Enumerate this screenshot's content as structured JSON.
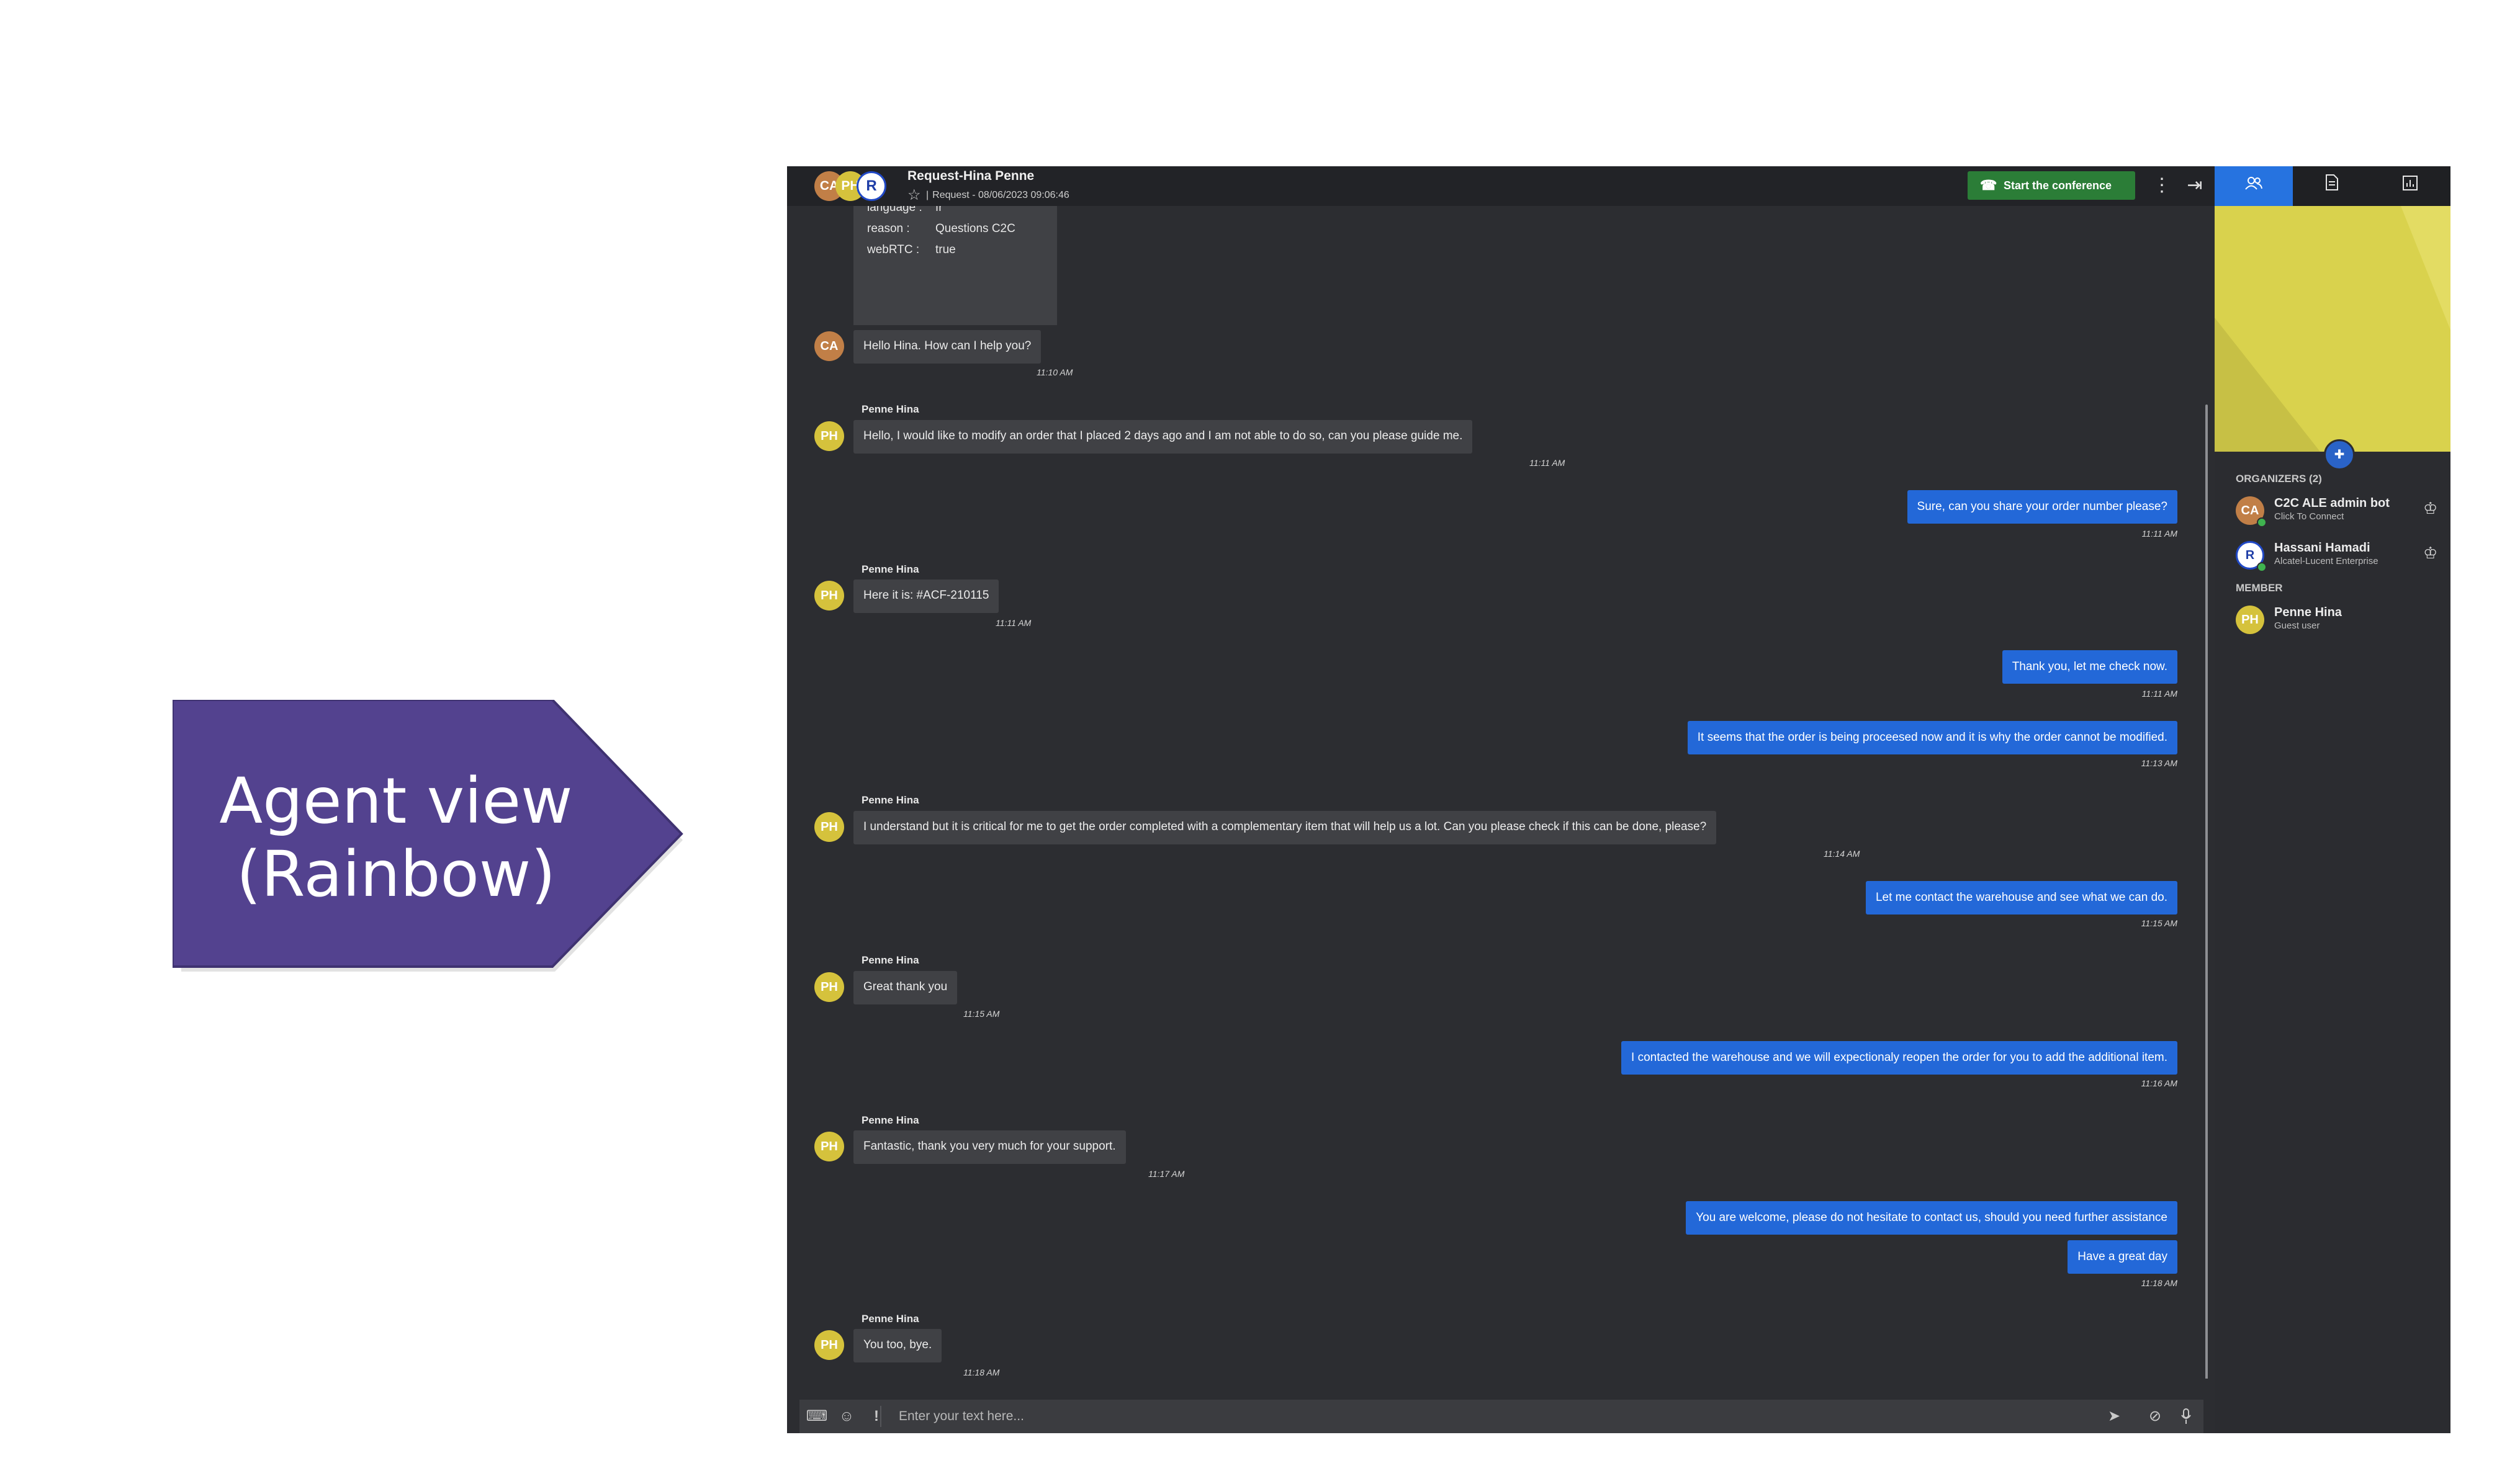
{
  "callout": {
    "line1": "Agent view",
    "line2": "(Rainbow)",
    "color": "#53428f"
  },
  "header": {
    "avatars": [
      "CA",
      "PH",
      "R"
    ],
    "title": "Request-Hina Penne",
    "subtitle_sep": "|",
    "subtitle": "Request - 08/06/2023 09:06:46",
    "conference_button": "Start the conference",
    "kebab": "⋮",
    "exit": "⇥"
  },
  "form_card": {
    "rows": [
      {
        "key": "language :",
        "value": "fr"
      },
      {
        "key": "reason :",
        "value": "Questions C2C"
      },
      {
        "key": "webRTC :",
        "value": "true"
      }
    ]
  },
  "messages": [
    {
      "dir": "in",
      "initials": "CA",
      "text": "Hello Hina. How can I help you?",
      "time": "11:10 AM"
    },
    {
      "dir": "in",
      "name": "Penne Hina",
      "initials": "PH",
      "text": "Hello, I would like to modify an order that I placed 2 days ago and I am not able to do so, can you please guide me.",
      "time": "11:11 AM"
    },
    {
      "dir": "out",
      "text": "Sure, can you share your order number please?",
      "time": "11:11 AM"
    },
    {
      "dir": "in",
      "name": "Penne Hina",
      "initials": "PH",
      "text": "Here it is: #ACF-210115",
      "time": "11:11 AM"
    },
    {
      "dir": "out",
      "text": "Thank you, let me check now.",
      "time": "11:11 AM"
    },
    {
      "dir": "out",
      "text": "It seems that the order is being proceesed now and it is why the order cannot be modified.",
      "time": "11:13 AM"
    },
    {
      "dir": "in",
      "name": "Penne Hina",
      "initials": "PH",
      "text": "I understand but it is critical for me to get the order completed with a complementary item that will help us a lot. Can you please check if this can be done, please?",
      "time": "11:14 AM"
    },
    {
      "dir": "out",
      "text": "Let me contact the warehouse and see what we can do.",
      "time": "11:15 AM"
    },
    {
      "dir": "in",
      "name": "Penne Hina",
      "initials": "PH",
      "text": "Great thank you",
      "time": "11:15 AM"
    },
    {
      "dir": "out",
      "text": "I contacted the warehouse and we will expectionaly reopen the order for you to add the additional item.",
      "time": "11:16 AM"
    },
    {
      "dir": "in",
      "name": "Penne Hina",
      "initials": "PH",
      "text": "Fantastic, thank you very much for your support.",
      "time": "11:17 AM"
    },
    {
      "dir": "out",
      "text": "You are welcome, please do not hesitate to contact us, should you need further assistance"
    },
    {
      "dir": "out",
      "text": "Have a great day",
      "time": "11:18 AM"
    },
    {
      "dir": "in",
      "name": "Penne Hina",
      "initials": "PH",
      "text": "You too, bye.",
      "time": "11:18 AM"
    }
  ],
  "composer": {
    "placeholder": "Enter your text here..."
  },
  "side": {
    "tabs": [
      "participants-icon",
      "document-icon",
      "chart-icon"
    ],
    "organizers_label": "ORGANIZERS (2)",
    "member_label": "MEMBER",
    "organizers": [
      {
        "initials": "CA",
        "name": "C2C ALE admin bot",
        "sub": "Click To Connect"
      },
      {
        "initials": "R",
        "name": "Hassani Hamadi",
        "sub": "Alcatel-Lucent Enterprise"
      }
    ],
    "members": [
      {
        "initials": "PH",
        "name": "Penne Hina",
        "sub": "Guest user"
      }
    ]
  },
  "colors": {
    "accent_blue": "#2368d8",
    "conference_green": "#2b7d37",
    "banner_yellow": "#d9d24d"
  }
}
